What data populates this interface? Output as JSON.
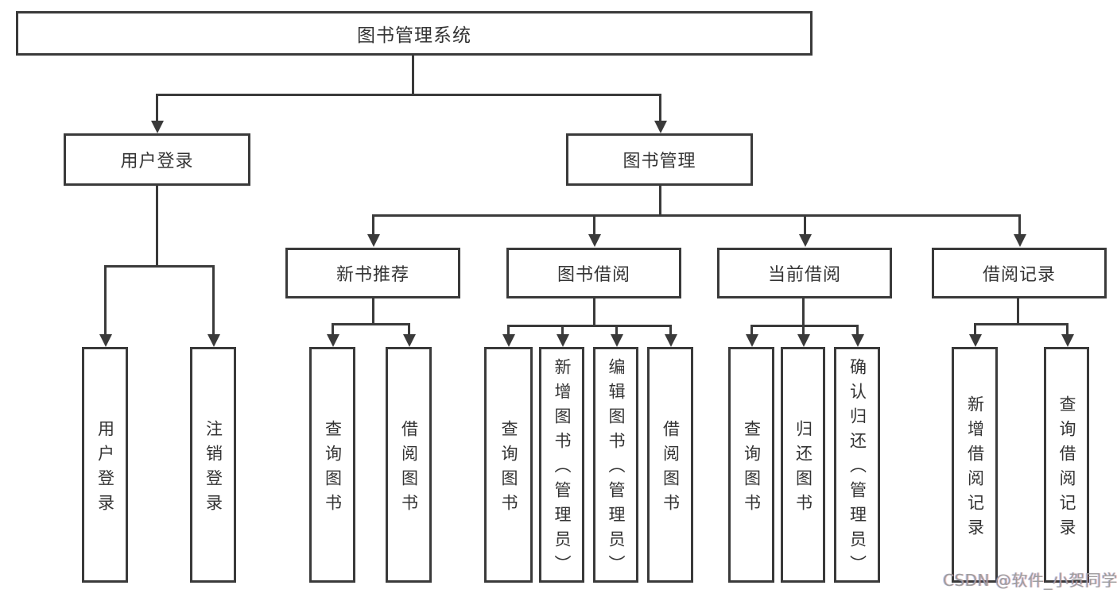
{
  "diagram": {
    "root": {
      "label": "图书管理系统"
    },
    "user_login": {
      "label": "用户登录",
      "children": {
        "login": {
          "label": "用户登录"
        },
        "logout": {
          "label": "注销登录"
        }
      }
    },
    "book_management": {
      "label": "图书管理",
      "children": {
        "new_book_recommend": {
          "label": "新书推荐",
          "children": {
            "query_book": {
              "label": "查询图书"
            },
            "borrow_book": {
              "label": "借阅图书"
            }
          }
        },
        "book_borrow": {
          "label": "图书借阅",
          "children": {
            "query_book": {
              "label": "查询图书"
            },
            "add_book": {
              "label": "新增图书（管理员）"
            },
            "edit_book": {
              "label": "编辑图书（管理员）"
            },
            "borrow_book": {
              "label": "借阅图书"
            }
          }
        },
        "current_borrow": {
          "label": "当前借阅",
          "children": {
            "query_book": {
              "label": "查询图书"
            },
            "return_book": {
              "label": "归还图书"
            },
            "confirm_return": {
              "label": "确认归还（管理员）"
            }
          }
        },
        "borrow_records": {
          "label": "借阅记录",
          "children": {
            "add_record": {
              "label": "新增借阅记录"
            },
            "query_record": {
              "label": "查询借阅记录"
            }
          }
        }
      }
    }
  },
  "watermark": {
    "text": "CSDN @软件_小贺同学"
  },
  "colors": {
    "line": "#3a3a3a",
    "text": "#343434",
    "background": "#ffffff",
    "watermark": "#9e9e9e"
  }
}
